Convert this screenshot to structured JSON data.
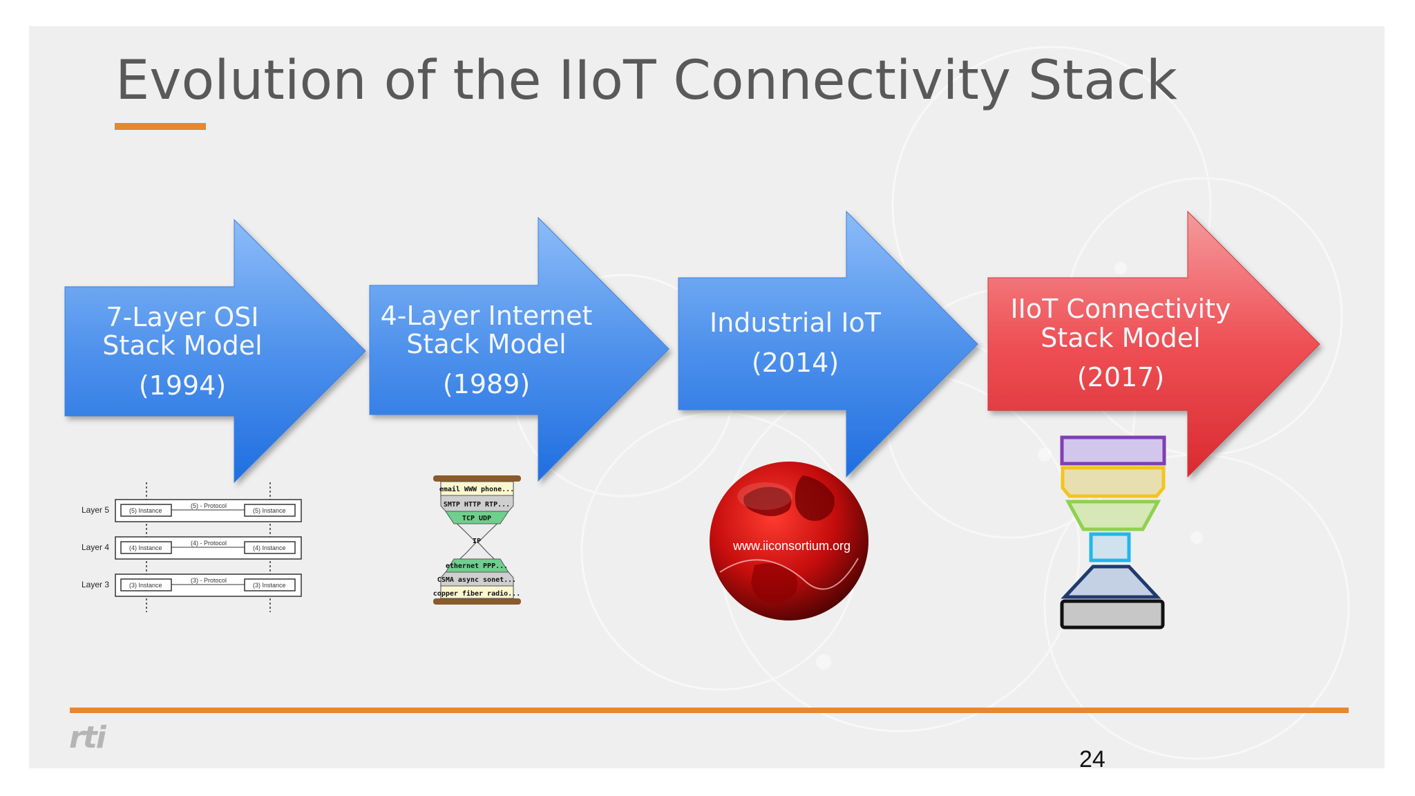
{
  "slide": {
    "title": "Evolution of the IIoT Connectivity Stack",
    "page_number": "24",
    "logo_text": "rti"
  },
  "colors": {
    "accent": "#e8872e",
    "blue_arrow": "#4a8de8",
    "red_arrow": "#e8444a",
    "title": "#595959",
    "background": "#efefef"
  },
  "arrows": [
    {
      "line1": "7-Layer OSI",
      "line2": "Stack Model",
      "year": "(1994)"
    },
    {
      "line1": "4-Layer Internet",
      "line2": "Stack Model",
      "year": "(1989)"
    },
    {
      "line1": "Industrial IoT",
      "year": "(2014)"
    },
    {
      "line1": "IIoT Connectivity",
      "line2": "Stack Model",
      "year": "(2017)"
    }
  ],
  "osi_diagram": {
    "rows": [
      {
        "layer": "Layer 5",
        "left": "(5) Instance",
        "protocol": "(5) - Protocol",
        "right": "(5) Instance"
      },
      {
        "layer": "Layer 4",
        "left": "(4) Instance",
        "protocol": "(4) - Protocol",
        "right": "(4) Instance"
      },
      {
        "layer": "Layer 3",
        "left": "(3) Instance",
        "protocol": "(3) - Protocol",
        "right": "(3) Instance"
      }
    ]
  },
  "hourglass": {
    "rows": [
      "email WWW phone...",
      "SMTP HTTP RTP...",
      "TCP UDP",
      "IP",
      "ethernet PPP...",
      "CSMA async sonet...",
      "copper fiber radio..."
    ]
  },
  "globe": {
    "url": "www.iiconsortium.org"
  }
}
